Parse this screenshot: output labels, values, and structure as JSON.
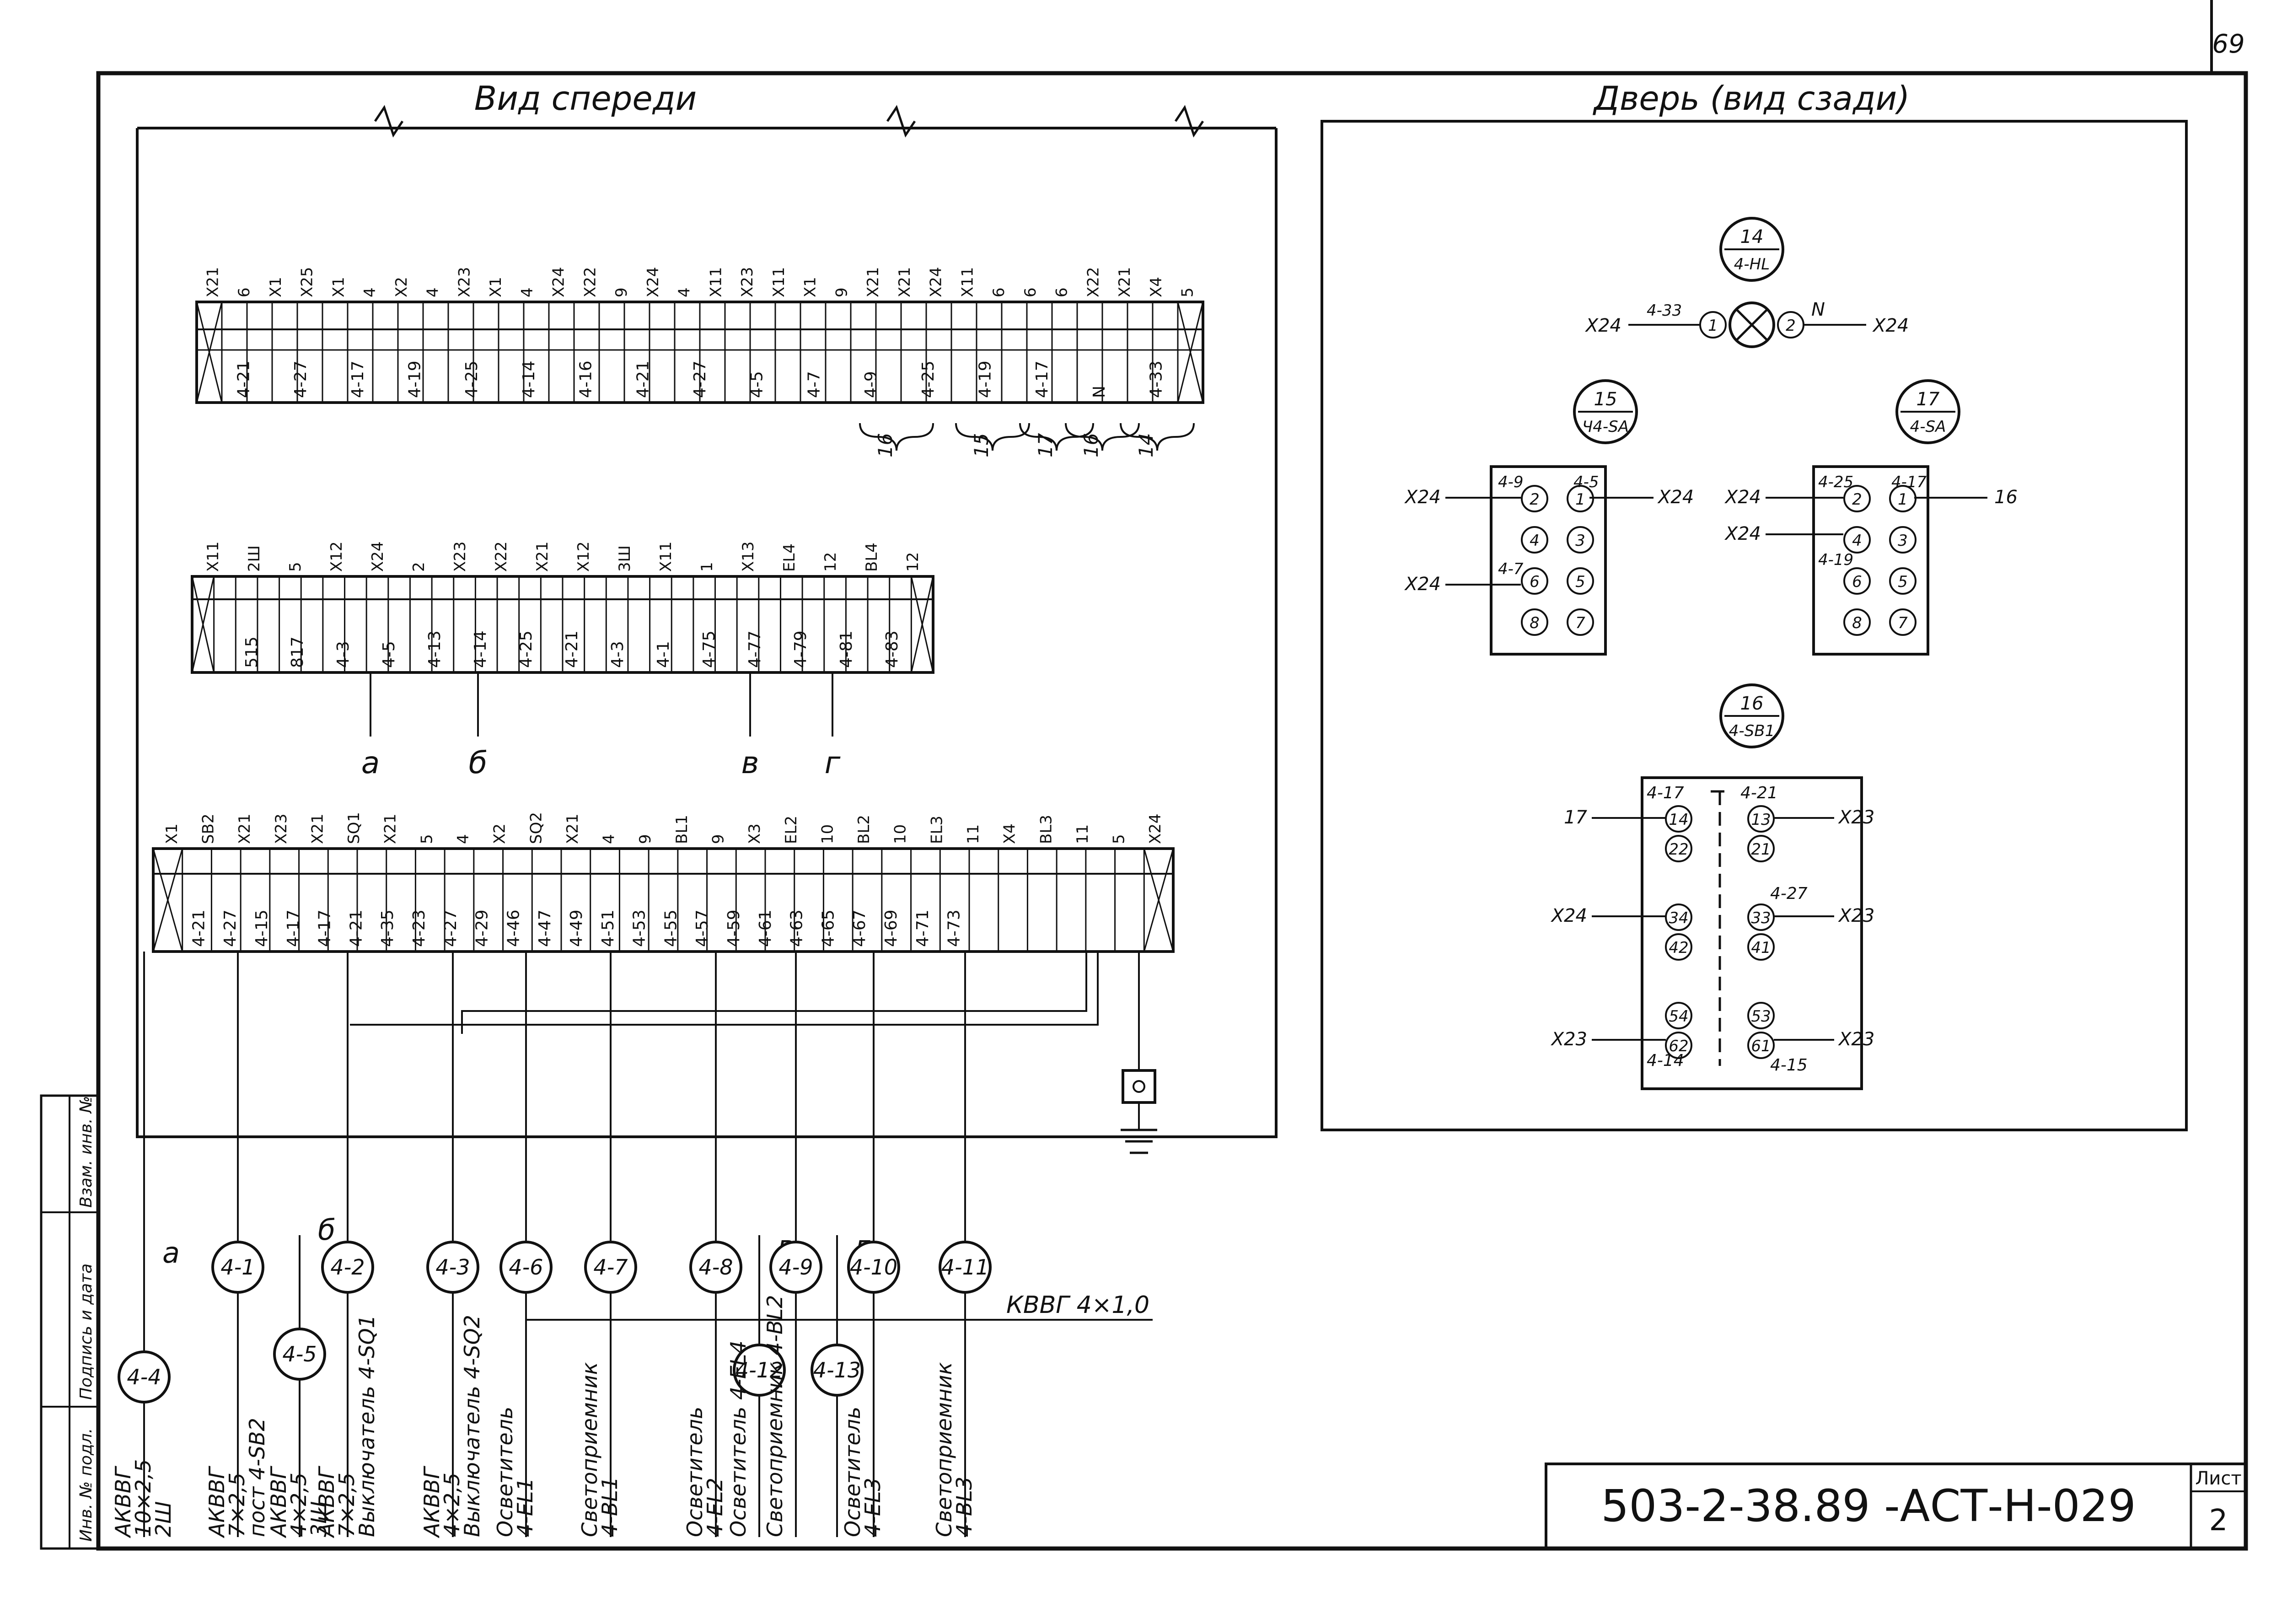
{
  "sheet": {
    "page_number": "69",
    "sheet_label": "Лист",
    "sheet_number": "2",
    "document_code": "503-2-38.89 -АСТ-Н-029",
    "side_labels": [
      "Инв. № подл.",
      "Подпись и дата",
      "Взам. инв. №"
    ]
  },
  "front_view": {
    "title": "Вид спереди",
    "strip1": {
      "top_labels": [
        "X21",
        "6",
        "X1",
        "X25",
        "X1",
        "4",
        "X2",
        "4",
        "X23",
        "X1",
        "4",
        "X24",
        "X22",
        "9",
        "X24",
        "4",
        "X11",
        "X23",
        "X11",
        "X1",
        "9",
        "X21",
        "X21",
        "X24",
        "X11",
        "6",
        "6",
        "6",
        "X22",
        "X21",
        "X4",
        "5"
      ],
      "wires": [
        "4-21",
        "4-27",
        "4-17",
        "4-19",
        "4-25",
        "4-14",
        "4-16",
        "4-21",
        "4-27",
        "4-5",
        "4-7",
        "4-9",
        "4-25",
        "4-19",
        "4-17",
        "N",
        "4-33"
      ],
      "bottom_labels": [
        "16",
        "15",
        "17",
        "16",
        "14"
      ]
    },
    "strip2": {
      "top_labels": [
        "X11",
        "2Ш",
        "5",
        "X12",
        "X24",
        "2",
        "X23",
        "X22",
        "X21",
        "X12",
        "3Ш",
        "X11",
        "1",
        "X13",
        "EL4",
        "12",
        "BL4",
        "12"
      ],
      "wires": [
        "515",
        "817",
        "4-3",
        "4-5",
        "4-13",
        "4-14",
        "4-25",
        "4-21",
        "4-3",
        "4-1",
        "4-75",
        "4-77",
        "4-79",
        "4-81",
        "4-83"
      ],
      "bundle_labels": [
        "а",
        "б",
        "в",
        "г"
      ]
    },
    "strip3": {
      "top_labels": [
        "X1",
        "SB2",
        "X21",
        "X23",
        "X21",
        "SQ1",
        "X21",
        "5",
        "4",
        "X2",
        "SQ2",
        "X21",
        "4",
        "9",
        "BL1",
        "9",
        "X3",
        "EL2",
        "10",
        "BL2",
        "10",
        "EL3",
        "11",
        "X4",
        "BL3",
        "11",
        "5",
        "X24"
      ],
      "wires": [
        "4-21",
        "4-27",
        "4-15",
        "4-17",
        "4-17",
        "4-21",
        "4-35",
        "4-23",
        "4-27",
        "4-29",
        "4-46",
        "4-47",
        "4-49",
        "4-51",
        "4-53",
        "4-55",
        "4-57",
        "4-59",
        "4-61",
        "4-63",
        "4-65",
        "4-67",
        "4-69",
        "4-71",
        "4-73"
      ]
    }
  },
  "cables": [
    {
      "id": "4-4",
      "type": "АКВВГ",
      "size": "10×2,5",
      "dest": "2Ш",
      "tag": "а"
    },
    {
      "id": "4-1",
      "type": "АКВВГ",
      "size": "7×2,5",
      "dest": "пост 4-SB2"
    },
    {
      "id": "4-5",
      "type": "АКВВГ",
      "size": "4×2,5",
      "dest": "3Ш",
      "tag": "б"
    },
    {
      "id": "4-2",
      "type": "АКВВГ",
      "size": "7×2,5",
      "dest": "Выключатель 4-SQ1"
    },
    {
      "id": "4-3",
      "type": "АКВВГ",
      "size": "4×2,5",
      "dest": "Выключатель 4-SQ2"
    },
    {
      "id": "4-6",
      "dest": "Осветитель",
      "dest2": "4-EL1"
    },
    {
      "id": "4-7",
      "dest": "Светоприемник",
      "dest2": "4-BL1"
    },
    {
      "id": "4-8",
      "dest": "Осветитель",
      "dest2": "4-EL2"
    },
    {
      "id": "4-12",
      "dest": "Осветитель 4-EL4",
      "tag": "в"
    },
    {
      "id": "4-9",
      "dest": "Светоприемник 4-BL2"
    },
    {
      "id": "4-13",
      "tag": "г"
    },
    {
      "id": "4-10",
      "dest": "Осветитель",
      "dest2": "4-EL3"
    },
    {
      "id": "4-11",
      "dest": "Светоприемник",
      "dest2": "4-BL3"
    }
  ],
  "bus_cable_label": "КВВГ 4×1,0",
  "door_view": {
    "title": "Дверь (вид сзади)",
    "lamp": {
      "num": "14",
      "ref": "4-HL",
      "left_wire": "4-33",
      "right_wire": "N",
      "left_term": "X24",
      "right_term": "X24",
      "pins": [
        "1",
        "2"
      ]
    },
    "switch15": {
      "num": "15",
      "ref": "Ч4-SA",
      "wires": [
        "4-9",
        "4-5",
        "4-7"
      ],
      "terms": [
        "X24",
        "X24",
        "X24"
      ],
      "pins": [
        "2",
        "1",
        "4",
        "3",
        "6",
        "5",
        "8",
        "7"
      ]
    },
    "switch17": {
      "num": "17",
      "ref": "4-SA",
      "wires": [
        "4-25",
        "4-17",
        "4-19"
      ],
      "terms": [
        "X24",
        "X24",
        "16"
      ],
      "pins": [
        "2",
        "1",
        "4",
        "3",
        "6",
        "5",
        "8",
        "7"
      ]
    },
    "button16": {
      "num": "16",
      "ref": "4-SB1",
      "wires": [
        "4-17",
        "4-21",
        "4-27",
        "4-14",
        "4-15"
      ],
      "terms": [
        "17",
        "X23",
        "X24",
        "X23",
        "X23",
        "X23"
      ],
      "pins": [
        "14",
        "13",
        "22",
        "21",
        "34",
        "33",
        "42",
        "41",
        "54",
        "53",
        "62",
        "61"
      ]
    }
  }
}
